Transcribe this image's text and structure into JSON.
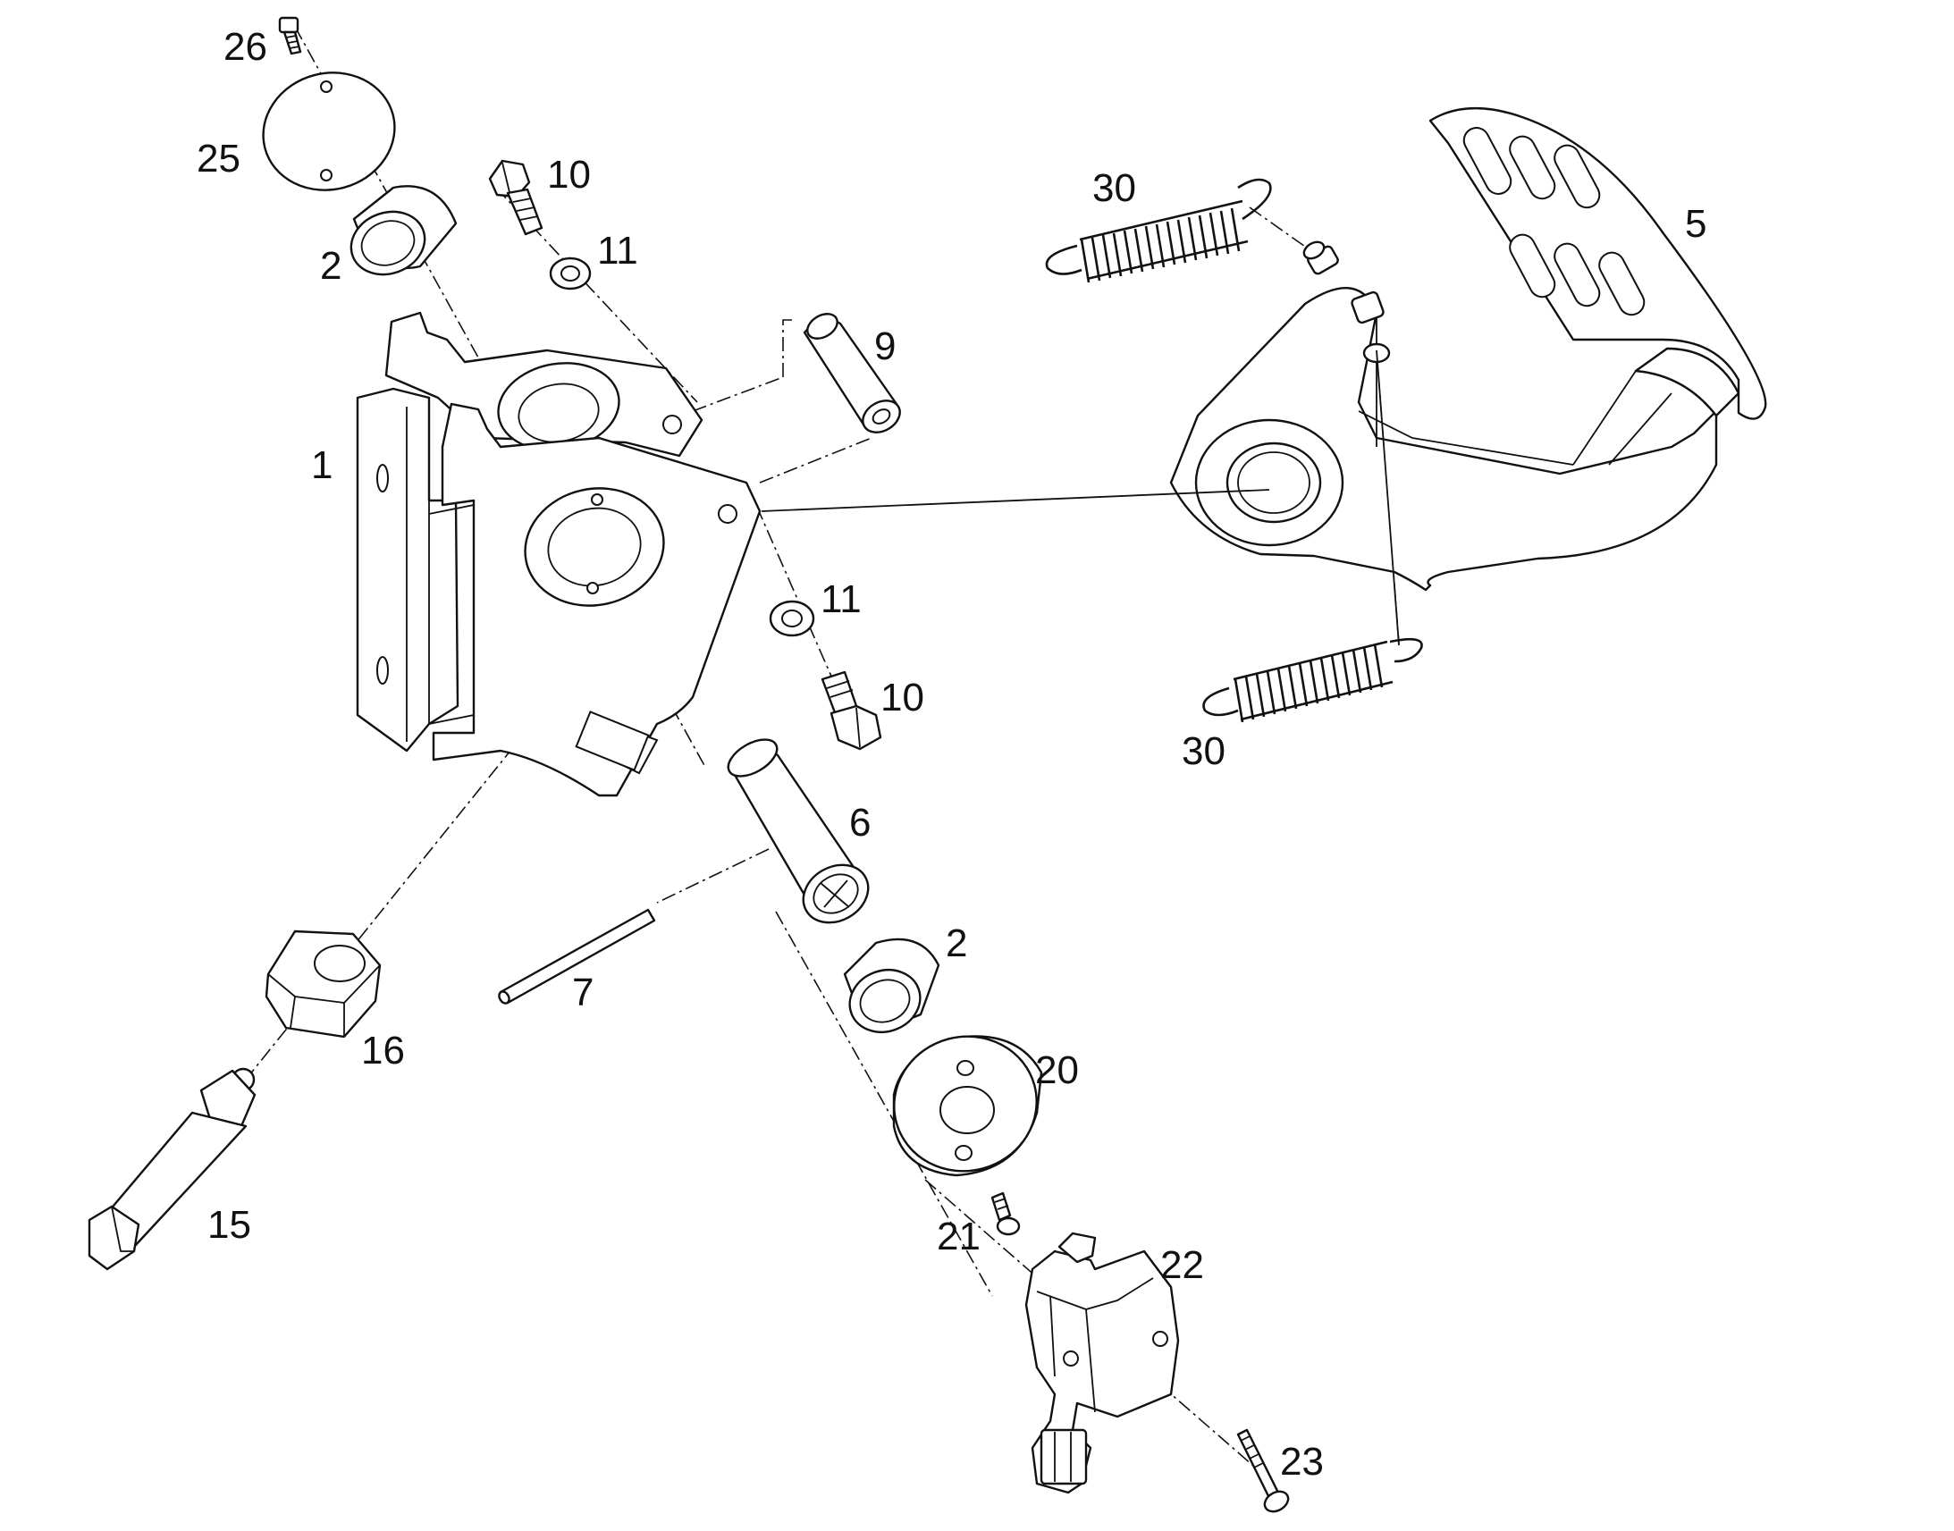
{
  "callouts": {
    "c1": "1",
    "c2a": "2",
    "c2b": "2",
    "c5": "5",
    "c6": "6",
    "c7": "7",
    "c9": "9",
    "c10a": "10",
    "c10b": "10",
    "c11a": "11",
    "c11b": "11",
    "c15": "15",
    "c16": "16",
    "c20": "20",
    "c21": "21",
    "c22": "22",
    "c23": "23",
    "c25": "25",
    "c26": "26",
    "c30a": "30",
    "c30b": "30"
  },
  "colors": {
    "line": "#111111",
    "background": "#ffffff"
  }
}
